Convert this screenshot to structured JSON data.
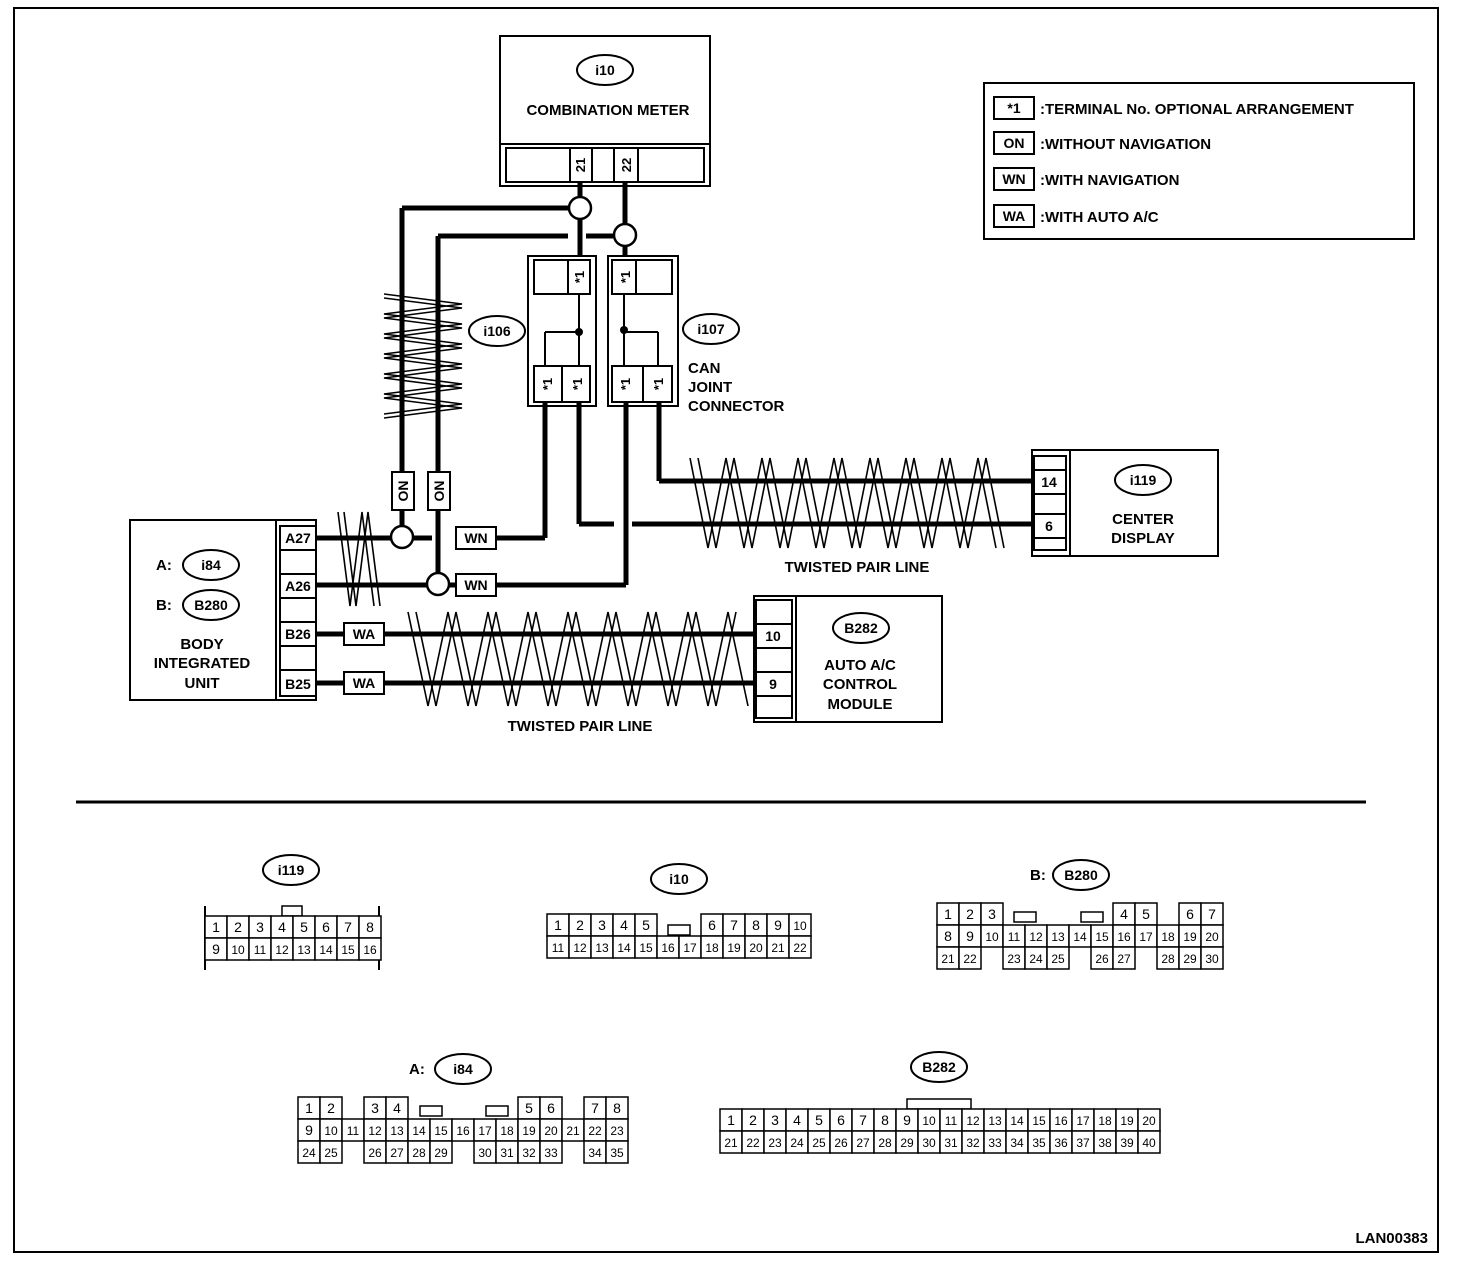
{
  "components": {
    "combination_meter": {
      "id": "i10",
      "name": "COMBINATION METER",
      "pins": [
        "21",
        "22"
      ]
    },
    "can_joint_1": {
      "id": "i106",
      "pin_mark": "*1"
    },
    "can_joint_2": {
      "id": "i107",
      "name_lines": [
        "CAN",
        "JOINT",
        "CONNECTOR"
      ],
      "pin_mark": "*1"
    },
    "center_display": {
      "id": "i119",
      "name_lines": [
        "CENTER",
        "DISPLAY"
      ],
      "pins": [
        "14",
        "6"
      ]
    },
    "body_integrated_unit": {
      "prefix_a": "A:",
      "id_a": "i84",
      "prefix_b": "B:",
      "id_b": "B280",
      "name_lines": [
        "BODY",
        "INTEGRATED",
        "UNIT"
      ],
      "pins": [
        "A27",
        "A26",
        "B26",
        "B25"
      ]
    },
    "auto_ac_module": {
      "id": "B282",
      "name_lines": [
        "AUTO A/C",
        "CONTROL",
        "MODULE"
      ],
      "pins": [
        "10",
        "9"
      ]
    }
  },
  "wire_tags": {
    "on": "ON",
    "wn": "WN",
    "wa": "WA"
  },
  "twisted_pair_label": "TWISTED PAIR LINE",
  "legend": [
    {
      "key": "*1",
      "desc": ":TERMINAL No. OPTIONAL ARRANGEMENT"
    },
    {
      "key": "ON",
      "desc": ":WITHOUT NAVIGATION"
    },
    {
      "key": "WN",
      "desc": ":WITH NAVIGATION"
    },
    {
      "key": "WA",
      "desc": ":WITH AUTO A/C"
    }
  ],
  "connector_faces": {
    "i119": {
      "label": "i119",
      "rows": [
        [
          "1",
          "2",
          "3",
          "4",
          "5",
          "6",
          "7",
          "8"
        ],
        [
          "9",
          "10",
          "11",
          "12",
          "13",
          "14",
          "15",
          "16"
        ]
      ]
    },
    "i10": {
      "label": "i10",
      "rows": [
        [
          "1",
          "2",
          "3",
          "4",
          "5",
          "",
          "6",
          "7",
          "8",
          "9",
          "10"
        ],
        [
          "11",
          "12",
          "13",
          "14",
          "15",
          "16",
          "17",
          "18",
          "19",
          "20",
          "21",
          "22"
        ]
      ]
    },
    "B280": {
      "prefix": "B:",
      "label": "B280",
      "rows": [
        [
          "1",
          "2",
          "3",
          "",
          "",
          "",
          "",
          "",
          "",
          "4",
          "5",
          "",
          "6",
          "7"
        ],
        [
          "8",
          "9",
          "10",
          "11",
          "12",
          "13",
          "14",
          "15",
          "16",
          "17",
          "18",
          "19",
          "20"
        ],
        [
          "21",
          "22",
          "",
          "23",
          "24",
          "25",
          "",
          "26",
          "27",
          "",
          "28",
          "29",
          "30"
        ]
      ]
    },
    "i84": {
      "prefix": "A:",
      "label": "i84",
      "rows": [
        [
          "1",
          "2",
          "",
          "3",
          "4",
          "",
          "",
          "",
          "",
          "",
          "5",
          "6",
          "",
          "7",
          "8"
        ],
        [
          "9",
          "10",
          "11",
          "12",
          "13",
          "14",
          "15",
          "16",
          "17",
          "18",
          "19",
          "20",
          "21",
          "22",
          "23"
        ],
        [
          "24",
          "25",
          "",
          "26",
          "27",
          "28",
          "29",
          "",
          "30",
          "31",
          "32",
          "33",
          "",
          "34",
          "35"
        ]
      ]
    },
    "B282": {
      "label": "B282",
      "rows": [
        [
          "1",
          "2",
          "3",
          "4",
          "5",
          "6",
          "7",
          "8",
          "9",
          "10",
          "11",
          "12",
          "13",
          "14",
          "15",
          "16",
          "17",
          "18",
          "19",
          "20"
        ],
        [
          "21",
          "22",
          "23",
          "24",
          "25",
          "26",
          "27",
          "28",
          "29",
          "30",
          "31",
          "32",
          "33",
          "34",
          "35",
          "36",
          "37",
          "38",
          "39",
          "40"
        ]
      ]
    }
  },
  "drawing_code": "LAN00383"
}
